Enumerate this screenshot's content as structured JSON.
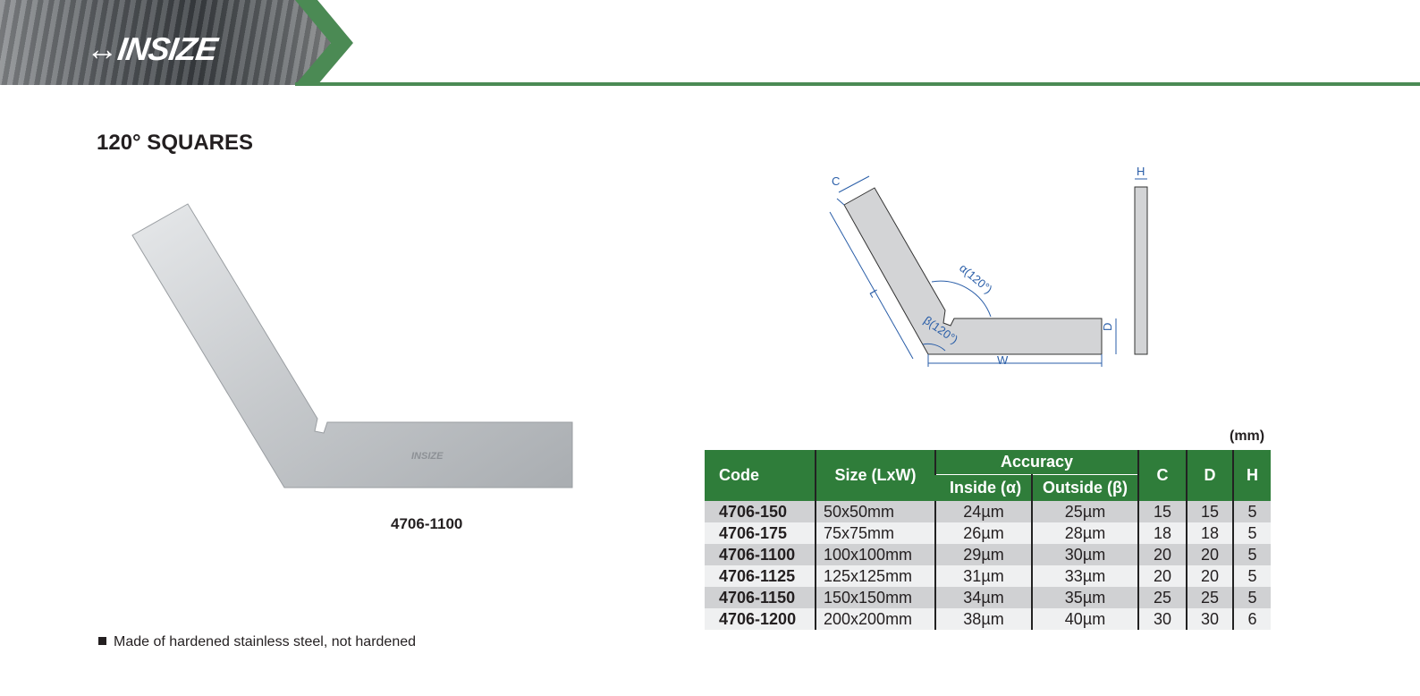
{
  "brand": {
    "logo_text": "INSIZE"
  },
  "title": "120° SQUARES",
  "product_caption": "4706-1100",
  "product_engraving": "INSIZE",
  "feature": "Made of hardened stainless steel, not hardened",
  "diagram": {
    "labels": {
      "c": "C",
      "l": "L",
      "w": "W",
      "d": "D",
      "h": "H",
      "alpha": "α(120°)",
      "beta": "β(120°)"
    }
  },
  "unit": "(mm)",
  "table": {
    "headers": {
      "code": "Code",
      "size": "Size (LxW)",
      "accuracy": "Accuracy",
      "inside": "Inside (α)",
      "outside": "Outside (β)",
      "c": "C",
      "d": "D",
      "h": "H"
    },
    "rows": [
      {
        "code": "4706-150",
        "size": "50x50mm",
        "inside": "24µm",
        "outside": "25µm",
        "c": "15",
        "d": "15",
        "h": "5"
      },
      {
        "code": "4706-175",
        "size": "75x75mm",
        "inside": "26µm",
        "outside": "28µm",
        "c": "18",
        "d": "18",
        "h": "5"
      },
      {
        "code": "4706-1100",
        "size": "100x100mm",
        "inside": "29µm",
        "outside": "30µm",
        "c": "20",
        "d": "20",
        "h": "5"
      },
      {
        "code": "4706-1125",
        "size": "125x125mm",
        "inside": "31µm",
        "outside": "33µm",
        "c": "20",
        "d": "20",
        "h": "5"
      },
      {
        "code": "4706-1150",
        "size": "150x150mm",
        "inside": "34µm",
        "outside": "35µm",
        "c": "25",
        "d": "25",
        "h": "5"
      },
      {
        "code": "4706-1200",
        "size": "200x200mm",
        "inside": "38µm",
        "outside": "40µm",
        "c": "30",
        "d": "30",
        "h": "6"
      }
    ]
  },
  "colors": {
    "green": "#2f7d3a",
    "accent_line": "#4b8a54",
    "dim_blue": "#2a5ea8"
  }
}
